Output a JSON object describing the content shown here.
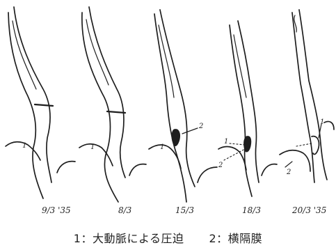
{
  "panels": [
    {
      "date": "9/3 '35",
      "labels": [
        "1"
      ]
    },
    {
      "date": "8/3",
      "labels": [
        "1"
      ]
    },
    {
      "date": "15/3",
      "labels": [
        "1",
        "2"
      ]
    },
    {
      "date": "18/3",
      "labels": [
        "1",
        "2"
      ]
    },
    {
      "date": "20/3 '35",
      "labels": [
        "1",
        "2"
      ]
    }
  ],
  "legend": {
    "item1": "1：大動脈による圧迫",
    "item2": "2：横隔膜"
  }
}
